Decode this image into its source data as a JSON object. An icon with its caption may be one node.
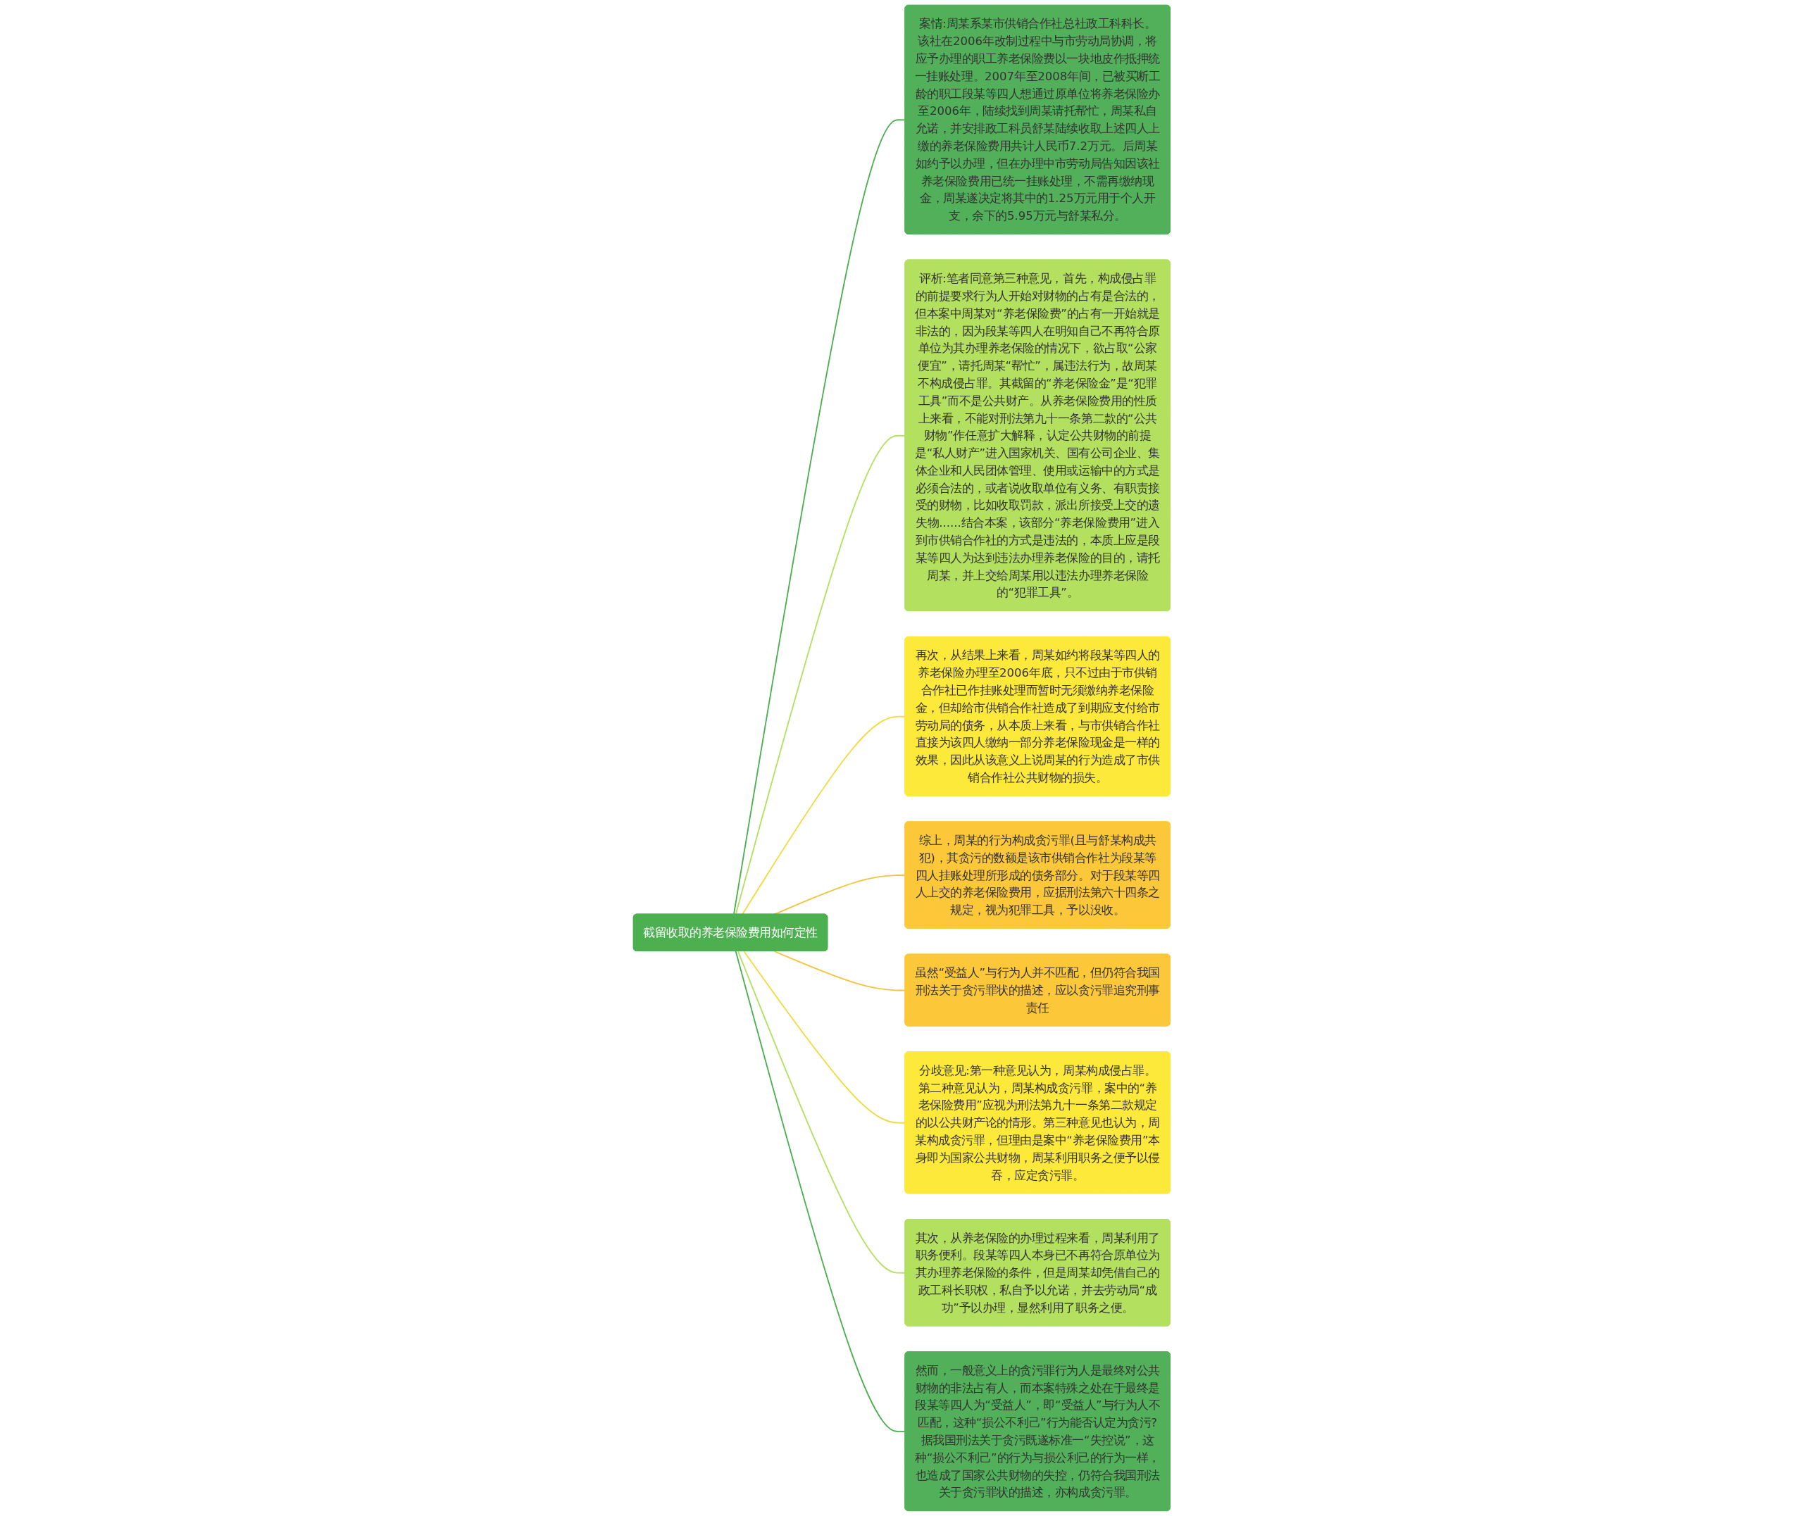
{
  "diagram": {
    "nodes": [
      {
        "text": [
          "截留收取的养老保险费用如何定性"
        ]
      },
      {
        "text": [
          "案情:周某系某市供销合作社总社政工科科长。该社在2006年改制过程中与市劳动局协调，将应予办理的职工养老保险费以一块地皮作抵押统一挂账处理。2007年至2008年间，已被买断工龄的职工段某等四人想通过原单位将养老保险办至2006年，陆续找到周某请托帮忙，周某私自允诺，并安排政工科员舒某陆续收取上述四人上缴的养老保险费用共计人民币7.2万元。后周某如约予以办理，但在办理中市劳动局告知因该社养老保险费用已统一挂账处理，不需再缴纳现金，周某遂决定将其中的1.25万元用于个人开支，余下的5.95万元与舒某私分。"
        ]
      },
      {
        "text": [
          "评析:笔者同意第三种意见，首先，构成侵占罪的前提要求行为人开始对财物的占有是合法的，但本案中周某对“养老保险费”的占有一开始就是非法的，因为段某等四人在明知自己不再符合原单位为其办理养老保险的情况下，欲占取“公家便宜”，请托周某“帮忙”，属违法行为，故周某不构成侵占罪。其截留的“养老保险金”是“犯罪工具”而不是公共财产。从养老保险费用的性质上来看，不能对刑法第九十一条第二款的“公共财物”作任意扩大解释，认定公共财物的前提是“私人财产”进入国家机关、国有公司企业、集体企业和人民团体管理、使用或运输中的方式是必须合法的，或者说收取单位有义务、有职责接受的财物，比如收取罚款，派出所接受上交的遗失物......结合本案，该部分“养老保险费用”进入到市供销合作社的方式是违法的，本质上应是段某等四人为达到违法办理养老保险的目的，请托周某，并上交给周某用以违法办理养老保险的“犯罪工具”。"
        ]
      },
      {
        "text": [
          "再次，从结果上来看，周某如约将段某等四人的养老保险办理至2006年底，只不过由于市供销合作社已作挂账处理而暂时无须缴纳养老保险金，但却给市供销合作社造成了到期应支付给市劳动局的债务，从本质上来看，与市供销合作社直接为该四人缴纳一部分养老保险现金是一样的效果，因此从该意义上说周某的行为造成了市供销合作社公共财物的损失。"
        ]
      },
      {
        "text": [
          "综上，周某的行为构成贪污罪(且与舒某构成共犯)，其贪污的数额是该市供销合作社为段某等四人挂账处理所形成的债务部分。对于段某等四人上交的养老保险费用，应据刑法第六十四条之规定，视为犯罪工具，予以没收。"
        ]
      },
      {
        "text": [
          "虽然“受益人”与行为人并不匹配，但仍符合我国刑法关于贪污罪状的描述，应以贪污罪追究刑事责任"
        ]
      },
      {
        "text": [
          "分歧意见:第一种意见认为，周某构成侵占罪。第二种意见认为，周某构成贪污罪，案中的“养老保险费用”应视为刑法第九十一条第二款规定的以公共财产论的情形。第三种意见也认为，周某构成贪污罪，但理由是案中“养老保险费用”本身即为国家公共财物，周某利用职务之便予以侵吞，应定贪污罪。"
        ]
      },
      {
        "text": [
          "其次，从养老保险的办理过程来看，周某利用了职务便利。段某等四人本身已不再符合原单位为其办理养老保险的条件，但是周某却凭借自己的政工科长职权，私自予以允诺，并去劳动局“成功”予以办理，显然利用了职务之便。"
        ]
      },
      {
        "text": [
          "然而，一般意义上的贪污罪行为人是最终对公共财物的非法占有人，而本案特殊之处在于最终是段某等四人为“受益人”，即“受益人”与行为人不匹配，这种“损公不利己”行为能否认定为贪污?据我国刑法关于贪污既遂标准一“失控说”，这种“损公不利己”的行为与损公利己的行为一样，也造成了国家公共财物的失控，仍符合我国刑法关于贪污罪状的描述，亦构成贪污罪。"
        ]
      }
    ],
    "edges": [
      {
        "from": 0,
        "to": 1,
        "arrow": "none",
        "color": "#4caf50"
      },
      {
        "from": 0,
        "to": 2,
        "arrow": "none",
        "color": "#b3e05f"
      },
      {
        "from": 0,
        "to": 3,
        "arrow": "none",
        "color": "#f2d93c"
      },
      {
        "from": 0,
        "to": 4,
        "arrow": "none",
        "color": "#f5c33b"
      },
      {
        "from": 0,
        "to": 5,
        "arrow": "none",
        "color": "#f5c33b"
      },
      {
        "from": 0,
        "to": 6,
        "arrow": "none",
        "color": "#f2d93c"
      },
      {
        "from": 0,
        "to": 7,
        "arrow": "none",
        "color": "#b3e05f"
      },
      {
        "from": 0,
        "to": 8,
        "arrow": "none",
        "color": "#4caf50"
      }
    ]
  }
}
